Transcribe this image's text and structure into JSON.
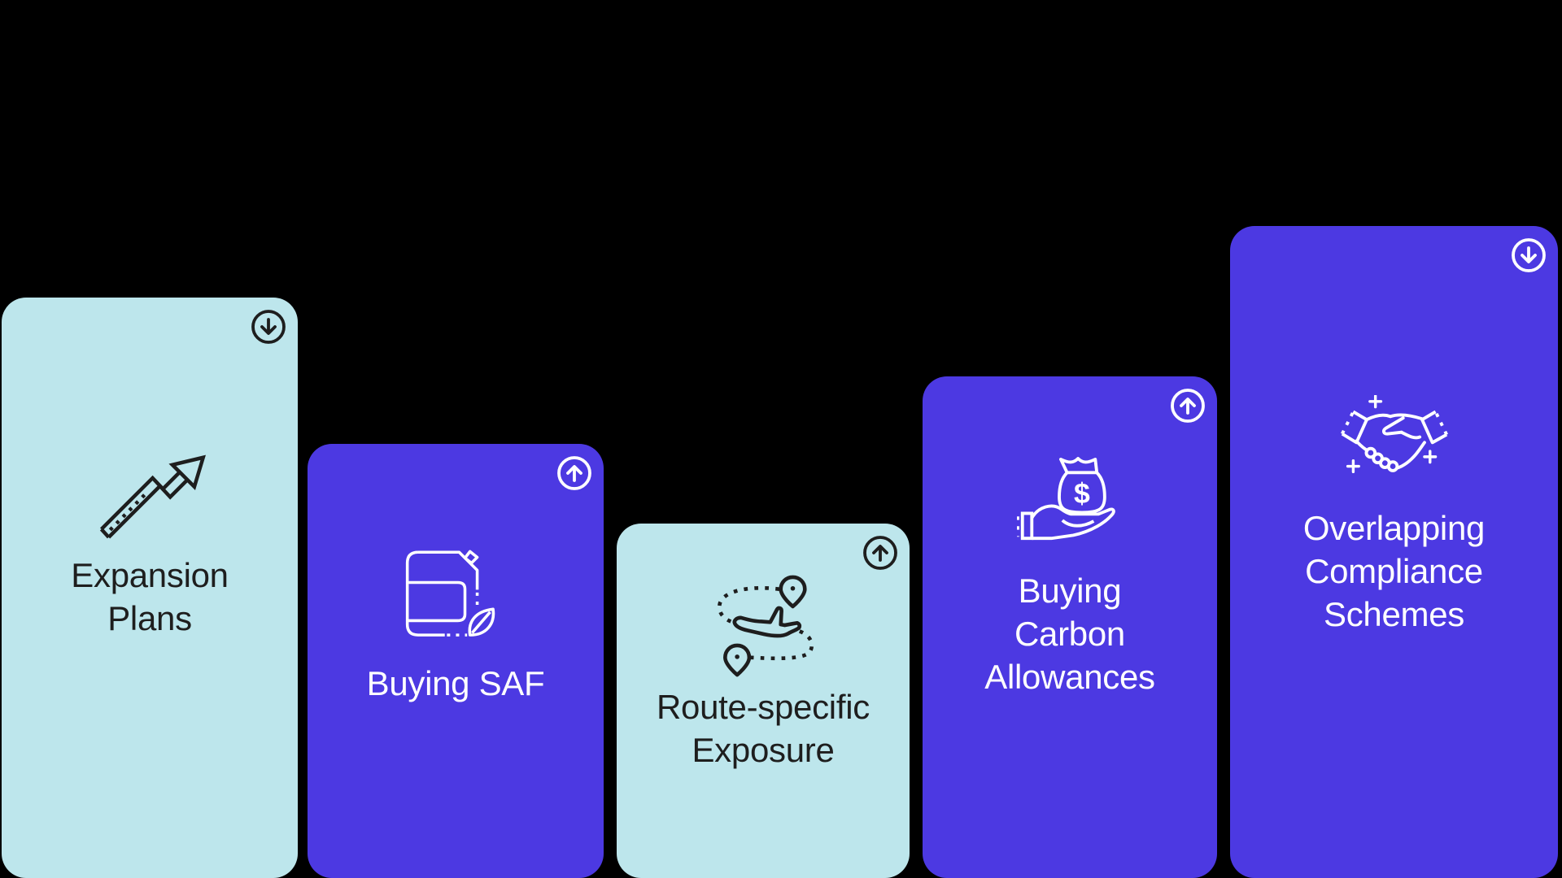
{
  "palette": {
    "background": "#000000",
    "card_light": "#BDE6EC",
    "card_purple": "#4C39E2",
    "ink_dark": "#1E1E1E",
    "ink_light": "#FFFFFF"
  },
  "cards": [
    {
      "id": "expansion-plans",
      "title_lines": [
        "Expansion",
        "Plans"
      ],
      "variant": "light",
      "icon": "growth-arrow-icon",
      "trend": "down"
    },
    {
      "id": "buying-saf",
      "title_lines": [
        "Buying SAF"
      ],
      "variant": "purple",
      "icon": "fuel-can-leaf-icon",
      "trend": "up"
    },
    {
      "id": "route-specific-exposure",
      "title_lines": [
        "Route-specific",
        "Exposure"
      ],
      "variant": "light",
      "icon": "plane-route-icon",
      "trend": "up"
    },
    {
      "id": "buying-carbon-allowances",
      "title_lines": [
        "Buying",
        "Carbon",
        "Allowances"
      ],
      "variant": "purple",
      "icon": "money-bag-hand-icon",
      "trend": "up"
    },
    {
      "id": "overlapping-compliance-schemes",
      "title_lines": [
        "Overlapping",
        "Compliance",
        "Schemes"
      ],
      "variant": "purple",
      "icon": "handshake-icon",
      "trend": "down"
    }
  ]
}
